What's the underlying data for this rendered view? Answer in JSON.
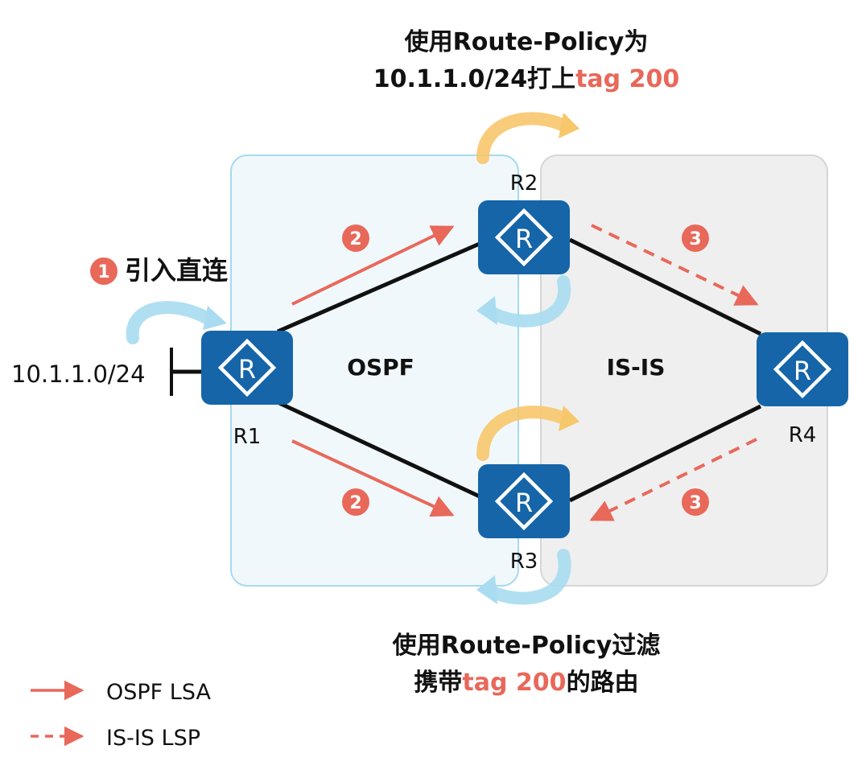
{
  "colors": {
    "accent": "#e8685a",
    "router_blue": "#1565a8",
    "ospf_area_fill": "#eef7fc",
    "ospf_area_border": "#a7d9ef",
    "isis_area_fill": "#efefef",
    "isis_area_border": "#d6d6d6",
    "curl_yellow": "#f7c76b",
    "curl_blue": "#a9dcf1"
  },
  "areas": {
    "ospf_label": "OSPF",
    "isis_label": "IS-IS"
  },
  "routers": {
    "r1": "R1",
    "r2": "R2",
    "r3": "R3",
    "r4": "R4",
    "icon_letter": "R"
  },
  "network": {
    "prefix": "10.1.1.0/24"
  },
  "steps": {
    "step1_badge": "1",
    "step1_text": "引入直连",
    "step2_badge": "2",
    "step3_badge": "3"
  },
  "annotations": {
    "top_line1": "使用Route-Policy为",
    "top_line2_prefix": "10.1.1.0/24打上",
    "top_line2_tag": "tag 200",
    "bottom_line1": "使用Route-Policy过滤",
    "bottom_line2_prefix": "携带",
    "bottom_line2_tag": "tag 200",
    "bottom_line2_suffix": "的路由"
  },
  "legend": {
    "ospf_lsa": "OSPF LSA",
    "isis_lsp": "IS-IS LSP"
  }
}
